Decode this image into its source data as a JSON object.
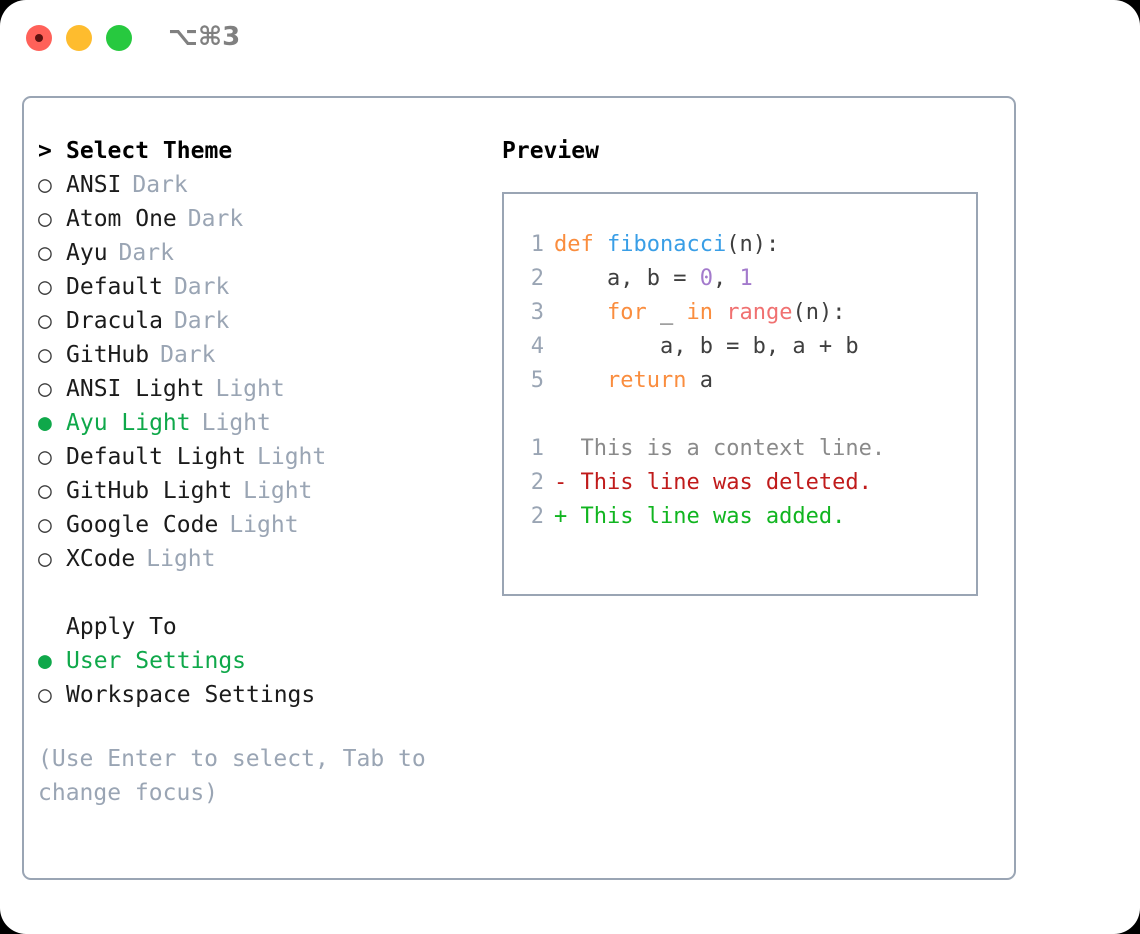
{
  "window": {
    "title": "⌥⌘3",
    "traffic_lights": [
      {
        "name": "close",
        "color": "#ff6159"
      },
      {
        "name": "minimize",
        "color": "#febc2e"
      },
      {
        "name": "maximize",
        "color": "#27c93f"
      }
    ]
  },
  "theme_panel": {
    "header": {
      "prompt": ">",
      "label": "Select Theme"
    },
    "options": [
      {
        "marker": "○",
        "label": "ANSI",
        "tag": "Dark",
        "selected": false
      },
      {
        "marker": "○",
        "label": "Atom One",
        "tag": "Dark",
        "selected": false
      },
      {
        "marker": "○",
        "label": "Ayu",
        "tag": "Dark",
        "selected": false
      },
      {
        "marker": "○",
        "label": "Default",
        "tag": "Dark",
        "selected": false
      },
      {
        "marker": "○",
        "label": "Dracula",
        "tag": "Dark",
        "selected": false
      },
      {
        "marker": "○",
        "label": "GitHub",
        "tag": "Dark",
        "selected": false
      },
      {
        "marker": "○",
        "label": "ANSI Light",
        "tag": "Light",
        "selected": false
      },
      {
        "marker": "●",
        "label": "Ayu Light",
        "tag": "Light",
        "selected": true
      },
      {
        "marker": "○",
        "label": "Default Light",
        "tag": "Light",
        "selected": false
      },
      {
        "marker": "○",
        "label": "GitHub Light",
        "tag": "Light",
        "selected": false
      },
      {
        "marker": "○",
        "label": "Google Code",
        "tag": "Light",
        "selected": false
      },
      {
        "marker": "○",
        "label": "XCode",
        "tag": "Light",
        "selected": false
      }
    ],
    "apply_to": {
      "heading": "Apply To",
      "options": [
        {
          "marker": "●",
          "label": "User Settings",
          "selected": true
        },
        {
          "marker": "○",
          "label": "Workspace Settings",
          "selected": false
        }
      ]
    },
    "hint": "(Use Enter to select, Tab to change focus)"
  },
  "preview": {
    "title": "Preview",
    "code": [
      {
        "lineno": "1",
        "tokens": [
          {
            "t": "def ",
            "c": "kw"
          },
          {
            "t": "fibonacci",
            "c": "fn"
          },
          {
            "t": "(n):",
            "c": "pl"
          }
        ]
      },
      {
        "lineno": "2",
        "tokens": [
          {
            "t": "    a, b = ",
            "c": "pl"
          },
          {
            "t": "0",
            "c": "num"
          },
          {
            "t": ", ",
            "c": "pl"
          },
          {
            "t": "1",
            "c": "num"
          }
        ]
      },
      {
        "lineno": "3",
        "tokens": [
          {
            "t": "    ",
            "c": "pl"
          },
          {
            "t": "for ",
            "c": "kw"
          },
          {
            "t": "_ ",
            "c": "pl"
          },
          {
            "t": "in ",
            "c": "kw"
          },
          {
            "t": "range",
            "c": "bi"
          },
          {
            "t": "(n):",
            "c": "pl"
          }
        ]
      },
      {
        "lineno": "4",
        "tokens": [
          {
            "t": "        a, b = b, a + b",
            "c": "pl"
          }
        ]
      },
      {
        "lineno": "5",
        "tokens": [
          {
            "t": "    ",
            "c": "pl"
          },
          {
            "t": "return ",
            "c": "kw"
          },
          {
            "t": "a",
            "c": "pl"
          }
        ]
      }
    ],
    "diff": [
      {
        "lineno": "1",
        "prefix": "  ",
        "text": "This is a context line.",
        "kind": "diff-ctx"
      },
      {
        "lineno": "2",
        "prefix": "- ",
        "text": "This line was deleted.",
        "kind": "diff-del"
      },
      {
        "lineno": "2",
        "prefix": "+ ",
        "text": "This line was added.",
        "kind": "diff-add"
      }
    ]
  },
  "colors": {
    "accent_green": "#0fa84a",
    "muted": "#9aa5b4",
    "keyword": "#fa8d3e",
    "function": "#399ee6",
    "number": "#a37acc",
    "builtin": "#f07171",
    "diff_add": "#11b520",
    "diff_del": "#c01b1b"
  }
}
